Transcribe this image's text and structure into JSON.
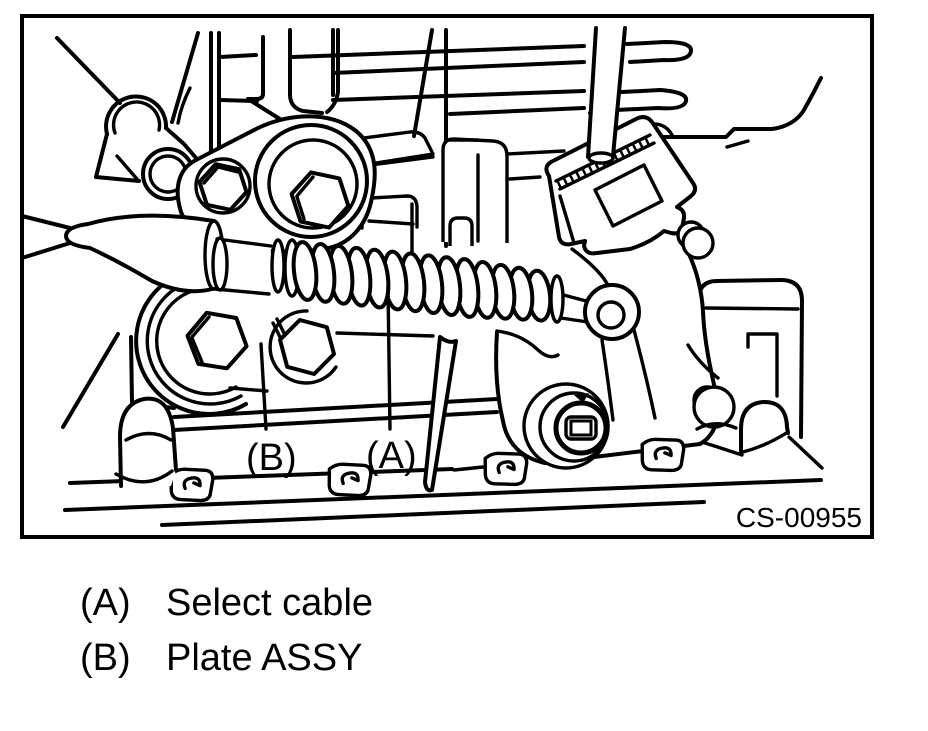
{
  "figure": {
    "code": "CS-00955",
    "callout_b": "(B)",
    "callout_a": "(A)"
  },
  "legend": {
    "items": [
      {
        "key": "(A)",
        "label": "Select cable"
      },
      {
        "key": "(B)",
        "label": "Plate ASSY"
      }
    ]
  }
}
